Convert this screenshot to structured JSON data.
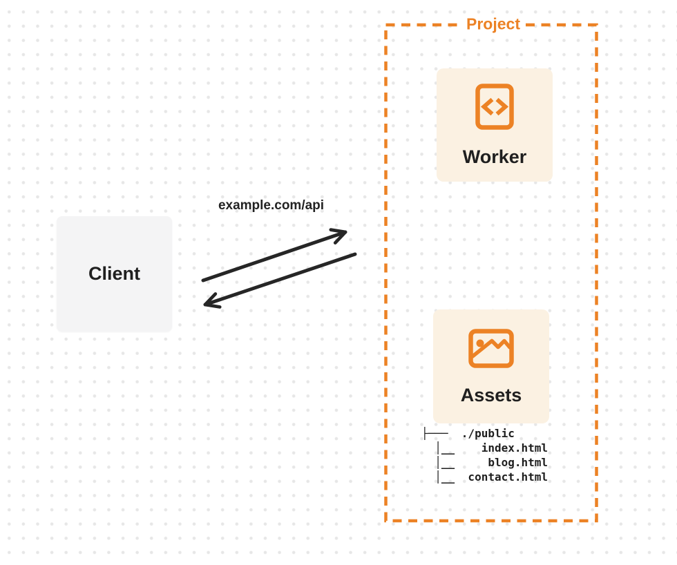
{
  "client": {
    "label": "Client"
  },
  "request": {
    "url_label": "example.com/api"
  },
  "project": {
    "label": "Project",
    "worker": {
      "label": "Worker",
      "icon": "code-file-icon"
    },
    "assets": {
      "label": "Assets",
      "icon": "image-icon"
    },
    "file_tree_text": "├───  ./public\n  │__    index.html\n  │__     blog.html\n  │__  contact.html"
  },
  "colors": {
    "accent_orange": "#EC8225",
    "card_fill": "#FBF1E2",
    "client_fill": "#F4F4F5",
    "ink": "#262626",
    "dot_grid": "#E7E7E7"
  }
}
